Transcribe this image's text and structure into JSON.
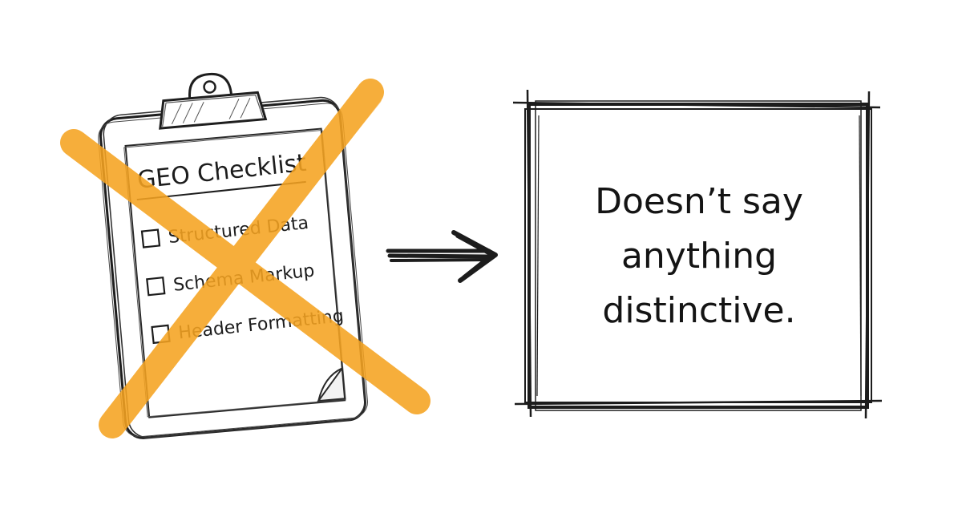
{
  "checklist": {
    "title": "GEO Checklist",
    "items": [
      {
        "label": "Structured Data",
        "checked": false
      },
      {
        "label": "Schema Markup",
        "checked": false
      },
      {
        "label": "Header Formatting",
        "checked": false
      }
    ],
    "crossed_out": true
  },
  "statement": {
    "lines": [
      "Doesn’t say",
      "anything",
      "distinctive."
    ]
  },
  "colors": {
    "cross": "#f5a321",
    "ink": "#1c1c1c",
    "background": "#ffffff"
  },
  "icons": {
    "clipboard": "clipboard-icon",
    "cross": "cross-out-x-icon",
    "arrow": "arrow-right-icon",
    "checkbox": "checkbox-empty-icon"
  }
}
